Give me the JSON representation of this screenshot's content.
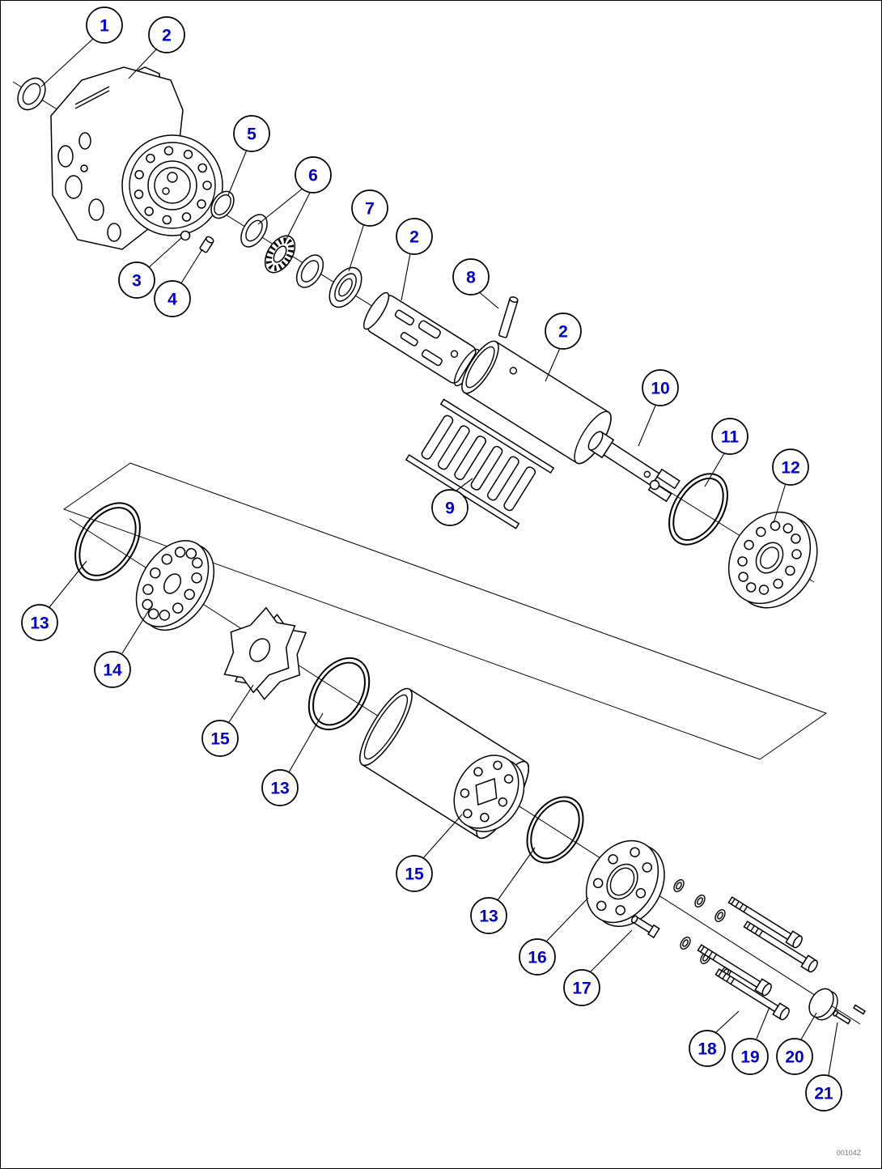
{
  "figure": {
    "doc_code": "00104Z",
    "background_color": "#ffffff",
    "line_color": "#000000",
    "callout_text_color": "#0000c8"
  },
  "callouts": [
    {
      "label": "1"
    },
    {
      "label": "2"
    },
    {
      "label": "5"
    },
    {
      "label": "6"
    },
    {
      "label": "7"
    },
    {
      "label": "2"
    },
    {
      "label": "3"
    },
    {
      "label": "4"
    },
    {
      "label": "8"
    },
    {
      "label": "2"
    },
    {
      "label": "10"
    },
    {
      "label": "11"
    },
    {
      "label": "12"
    },
    {
      "label": "9"
    },
    {
      "label": "13"
    },
    {
      "label": "14"
    },
    {
      "label": "15"
    },
    {
      "label": "13"
    },
    {
      "label": "15"
    },
    {
      "label": "13"
    },
    {
      "label": "16"
    },
    {
      "label": "17"
    },
    {
      "label": "18"
    },
    {
      "label": "19"
    },
    {
      "label": "20"
    },
    {
      "label": "21"
    }
  ]
}
